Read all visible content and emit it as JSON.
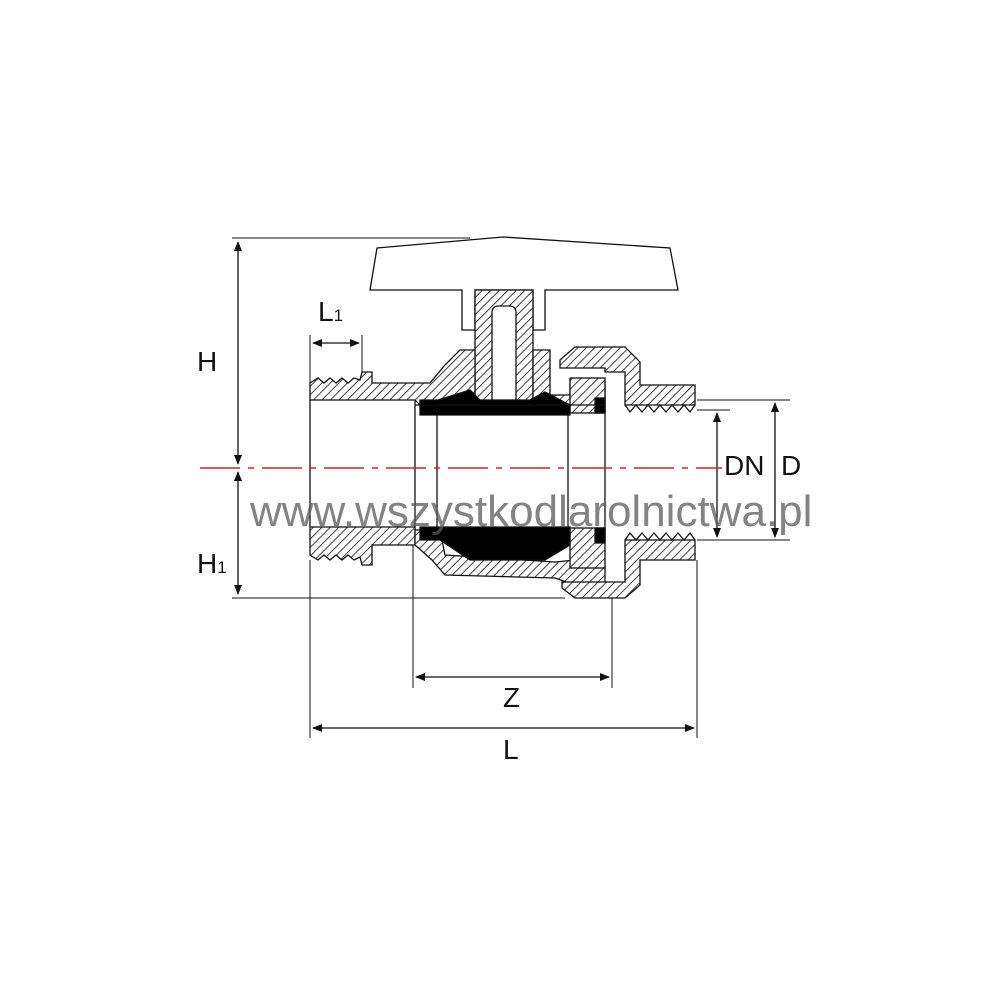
{
  "drawing": {
    "title": "Ball valve dimension drawing",
    "dimensions": {
      "H": "H",
      "H1_main": "H",
      "H1_sub": "1",
      "L1_main": "L",
      "L1_sub": "1",
      "DN": "DN",
      "D": "D",
      "Z": "Z",
      "L": "L"
    },
    "watermark": "www.wszystkodlarolnictwa.pl",
    "colors": {
      "line": "#111111",
      "centerline": "#d62020",
      "seal": "#000000"
    }
  }
}
